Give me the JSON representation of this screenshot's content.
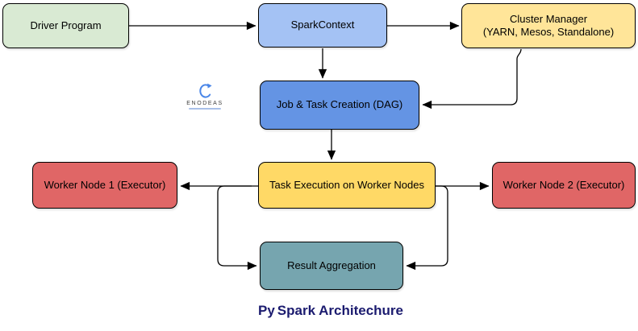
{
  "diagram": {
    "title": {
      "prefix": "Py",
      "rest": "Spark Architechure",
      "color": "#1b1b6f"
    },
    "nodes": {
      "driver_program": {
        "label": "Driver Program",
        "fill": "#d9ead3"
      },
      "spark_context": {
        "label": "SparkContext",
        "fill": "#a4c2f4"
      },
      "cluster_manager": {
        "line1": "Cluster Manager",
        "line2": "(YARN, Mesos, Standalone)",
        "fill": "#ffe599"
      },
      "job_task_creation": {
        "label": "Job & Task Creation (DAG)",
        "fill": "#6494e4"
      },
      "task_execution": {
        "label": "Task Execution on Worker Nodes",
        "fill": "#ffd966"
      },
      "worker_node_1": {
        "label": "Worker Node 1 (Executor)",
        "fill": "#e06666"
      },
      "worker_node_2": {
        "label": "Worker Node 2 (Executor)",
        "fill": "#e06666"
      },
      "result_aggregation": {
        "label": "Result Aggregation",
        "fill": "#76a5af"
      }
    },
    "edges": [
      {
        "from": "Driver Program",
        "to": "SparkContext"
      },
      {
        "from": "SparkContext",
        "to": "Cluster Manager (YARN, Mesos, Standalone)"
      },
      {
        "from": "SparkContext",
        "to": "Job & Task Creation (DAG)"
      },
      {
        "from": "Cluster Manager (YARN, Mesos, Standalone)",
        "to": "Job & Task Creation (DAG)"
      },
      {
        "from": "Job & Task Creation (DAG)",
        "to": "Task Execution on Worker Nodes"
      },
      {
        "from": "Task Execution on Worker Nodes",
        "to": "Worker Node 1 (Executor)"
      },
      {
        "from": "Task Execution on Worker Nodes",
        "to": "Worker Node 2 (Executor)"
      },
      {
        "from": "Worker Node 1 (Executor)",
        "to": "Result Aggregation"
      },
      {
        "from": "Worker Node 2 (Executor)",
        "to": "Result Aggregation"
      }
    ],
    "edge_color": "#000000",
    "watermark": {
      "brand": "ENODEAS",
      "icon_color": "#4a86e8"
    }
  }
}
